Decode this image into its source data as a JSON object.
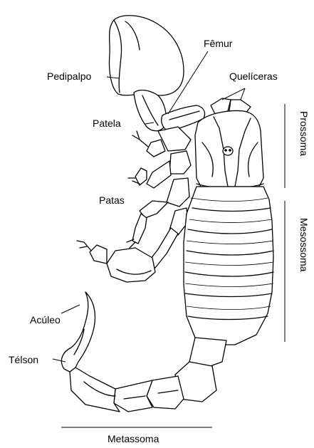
{
  "labels": {
    "pedipalpo": "Pedipalpo",
    "femur": "Fêmur",
    "queliceras": "Quelíceras",
    "patela": "Patela",
    "patas": "Patas",
    "aculeo": "Acúleo",
    "telson": "Télson",
    "prossoma": "Prossoma",
    "mesossoma": "Mesossoma",
    "metassoma": "Metassoma"
  }
}
